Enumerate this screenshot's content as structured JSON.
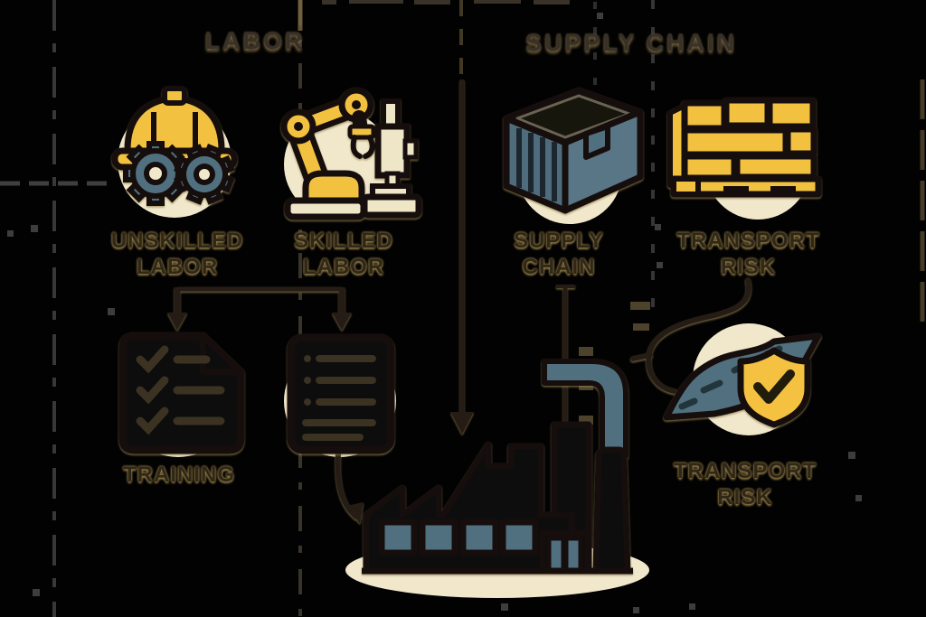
{
  "headings": {
    "labor": "LABOR",
    "supply_chain": "SUPPLY CHAIN"
  },
  "nodes": {
    "unskilled": {
      "label": "UNSKILLED LABOR",
      "icon": "hard-hat-gears-icon"
    },
    "skilled": {
      "label": "SKILLED LABOR",
      "icon": "robot-arm-icon"
    },
    "supply": {
      "label": "SUPPLY CHAIN",
      "icon": "shipping-container-icon"
    },
    "transport": {
      "label": "TRANSPORT RISK",
      "icon": "pallet-icon"
    },
    "training": {
      "label": "TRAINING",
      "icon": "checklist-document-icon"
    },
    "skilled_doc": {
      "icon": "list-document-icon"
    },
    "transport_outcome": {
      "label": "TRANSPORT RISK",
      "icon": "road-shield-icon"
    },
    "factory": {
      "icon": "factory-icon"
    }
  },
  "colors": {
    "yellow": "#F3C13F",
    "slate": "#51707F",
    "slate_dark": "#44606D",
    "slate_light": "#5B7987",
    "cream_circle": "#F1E8CC",
    "outline_dark": "#16110B",
    "label_text": "#2F2718",
    "tan_glow": "#93804F",
    "background": "#020202"
  }
}
